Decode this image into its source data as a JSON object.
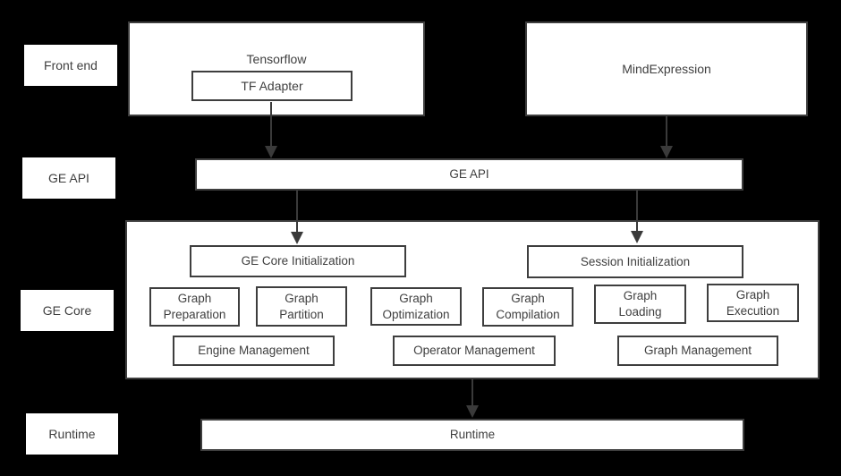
{
  "layers": {
    "front_end": "Front end",
    "ge_api": "GE API",
    "ge_core": "GE Core",
    "runtime": "Runtime"
  },
  "front_end": {
    "tensorflow": "Tensorflow",
    "tf_adapter": "TF Adapter",
    "mindexpression": "MindExpression"
  },
  "ge_api": {
    "title": "GE API"
  },
  "ge_core": {
    "core_init": "GE Core Initialization",
    "session_init": "Session Initialization",
    "modules": [
      "Graph\nPreparation",
      "Graph\nPartition",
      "Graph\nOptimization",
      "Graph\nCompilation",
      "Graph\nLoading",
      "Graph\nExecution"
    ],
    "management": [
      "Engine Management",
      "Operator Management",
      "Graph Management"
    ]
  },
  "runtime": {
    "title": "Runtime"
  },
  "colors": {
    "background": "#000000",
    "box_fill": "#ffffff",
    "box_border": "#3e3e3e",
    "text": "#3f3f3f",
    "arrow": "#3a3a3a"
  }
}
